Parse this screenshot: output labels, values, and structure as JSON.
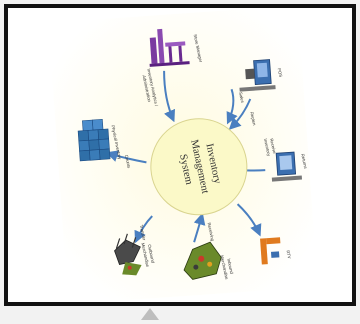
{
  "center": {
    "line1": "Inventory",
    "line2": "Management",
    "line3": "System"
  },
  "nodes": {
    "store_manager": {
      "label": "Store Manager"
    },
    "pos": {
      "label": "POS"
    },
    "returns": {
      "label": "Returns"
    },
    "rtv": {
      "label": "RTV"
    },
    "merchandise": {
      "label_line1": "Inbound",
      "label_line2": "Merchandise"
    },
    "outbound": {
      "label_line1": "Outbound",
      "label_line2": "Merchandise"
    },
    "physical_inventory": {
      "label": "Physical Inventory"
    }
  },
  "edges": {
    "admin": {
      "line1": "Inventory Analytics /",
      "line2": "Administration"
    },
    "sales": {
      "line1": "Sales"
    },
    "replen": {
      "line1": "Replen"
    },
    "receive": {
      "line1": "Receive",
      "line2": "Inventory"
    },
    "transfer": {
      "line1": "Transfer"
    },
    "receiving": {
      "line1": "Receiving"
    },
    "counts": {
      "line1": "Counts"
    }
  },
  "colors": {
    "center_fill": "#fbf9c8",
    "arrow": "#4a7fc0",
    "cube": "#2f6fa8",
    "frame": "#111111",
    "rtv_orange": "#e07a1e"
  }
}
